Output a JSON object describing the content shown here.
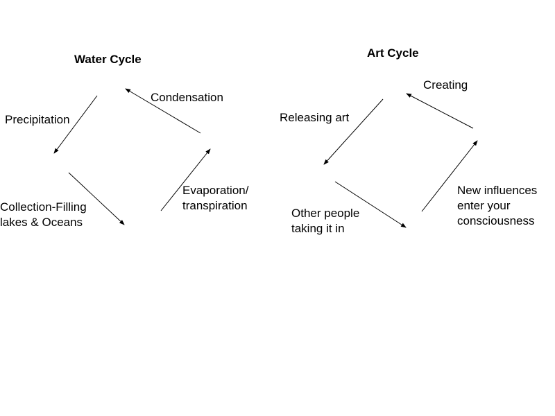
{
  "water_cycle": {
    "title": "Water Cycle",
    "steps": {
      "condensation": "Condensation",
      "precipitation": "Precipitation",
      "collection": [
        "Collection-Filling",
        "lakes & Oceans"
      ],
      "evaporation": [
        "Evaporation/",
        "transpiration"
      ]
    }
  },
  "art_cycle": {
    "title": "Art Cycle",
    "steps": {
      "creating": "Creating",
      "releasing": "Releasing art",
      "others": [
        "Other people",
        "taking it in"
      ],
      "influences": [
        "New influences",
        "enter your",
        "consciousness"
      ]
    }
  },
  "colors": {
    "text": "#000000",
    "arrow": "#000000",
    "background": "#ffffff"
  }
}
